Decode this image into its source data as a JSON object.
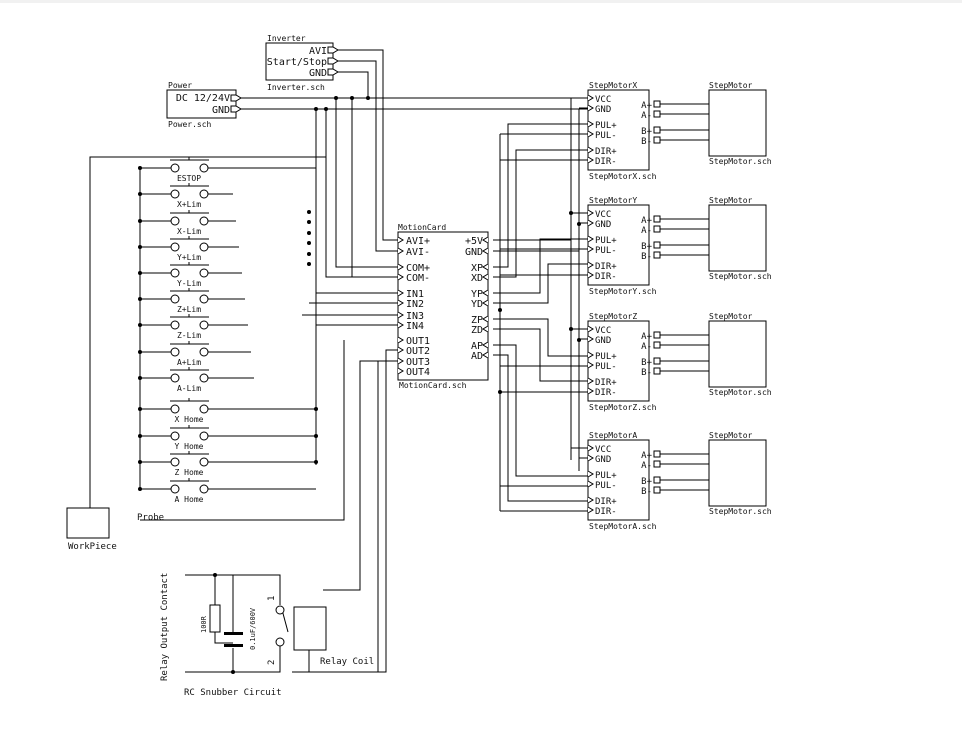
{
  "inverter": {
    "title": "Inverter",
    "file": "Inverter.sch",
    "pins": [
      "AVI",
      "Start/Stop",
      "GND"
    ]
  },
  "power": {
    "title": "Power",
    "file": "Power.sch",
    "pins": [
      "DC 12/24V",
      "GND"
    ]
  },
  "motion_card": {
    "title": "MotionCard",
    "file": "MotionCard.sch",
    "left_pins": [
      "AVI+",
      "AVI-",
      "COM+",
      "COM-",
      "IN1",
      "IN2",
      "IN3",
      "IN4",
      "OUT1",
      "OUT2",
      "OUT3",
      "OUT4"
    ],
    "right_pins": [
      "+5V",
      "GND",
      "XP",
      "XD",
      "YP",
      "YD",
      "ZP",
      "ZD",
      "AP",
      "AD"
    ]
  },
  "switches": [
    "ESTOP",
    "X+Lim",
    "X-Lim",
    "Y+Lim",
    "Y-Lim",
    "Z+Lim",
    "Z-Lim",
    "A+Lim",
    "A-Lim",
    "X Home",
    "Y Home",
    "Z Home",
    "A Home"
  ],
  "drivers": [
    {
      "title": "StepMotorX",
      "file": "StepMotorX.sch"
    },
    {
      "title": "StepMotorY",
      "file": "StepMotorY.sch"
    },
    {
      "title": "StepMotorZ",
      "file": "StepMotorZ.sch"
    },
    {
      "title": "StepMotorA",
      "file": "StepMotorA.sch"
    }
  ],
  "driver_left_pins": [
    "VCC",
    "GND",
    "PUL+",
    "PUL-",
    "DIR+",
    "DIR-"
  ],
  "driver_right_pins": [
    "A+",
    "A-",
    "B+",
    "B-"
  ],
  "motor": {
    "title": "StepMotor",
    "file": "StepMotor.sch"
  },
  "workpiece": {
    "label": "WorkPiece"
  },
  "probe": {
    "label": "Probe"
  },
  "relay": {
    "coil_label": "Relay Coil",
    "contact_label": "Relay Output Contact",
    "snubber_label": "RC Snubber Circuit",
    "resistor_value": "100R",
    "capacitor_value": "0.1uF/600V",
    "pin_1": "1",
    "pin_2": "2"
  }
}
